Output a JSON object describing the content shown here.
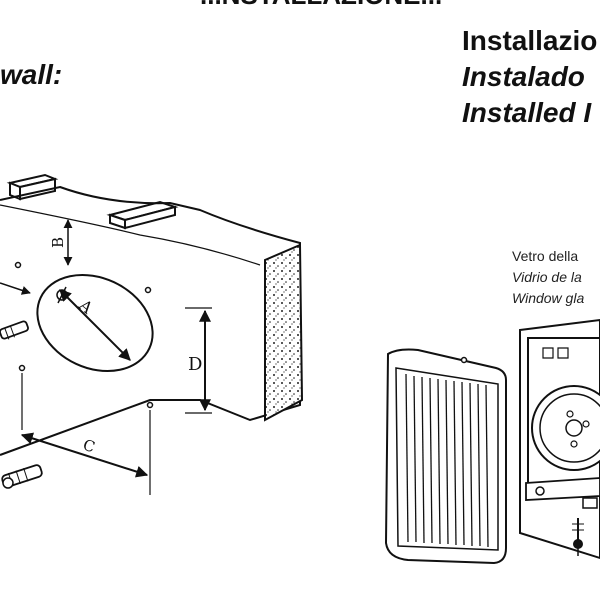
{
  "page": {
    "top_cut_heading": "...NSTALLAZIONE...",
    "left_heading_partial": "wall:",
    "right_headings": [
      "Installazio",
      "Instalado",
      "Installed I"
    ],
    "glass_labels": [
      "Vetro della",
      "Vidrio de la",
      "Window gla"
    ],
    "dimension_labels": {
      "a": "A",
      "b": "B",
      "c": "C",
      "d": "D"
    }
  }
}
